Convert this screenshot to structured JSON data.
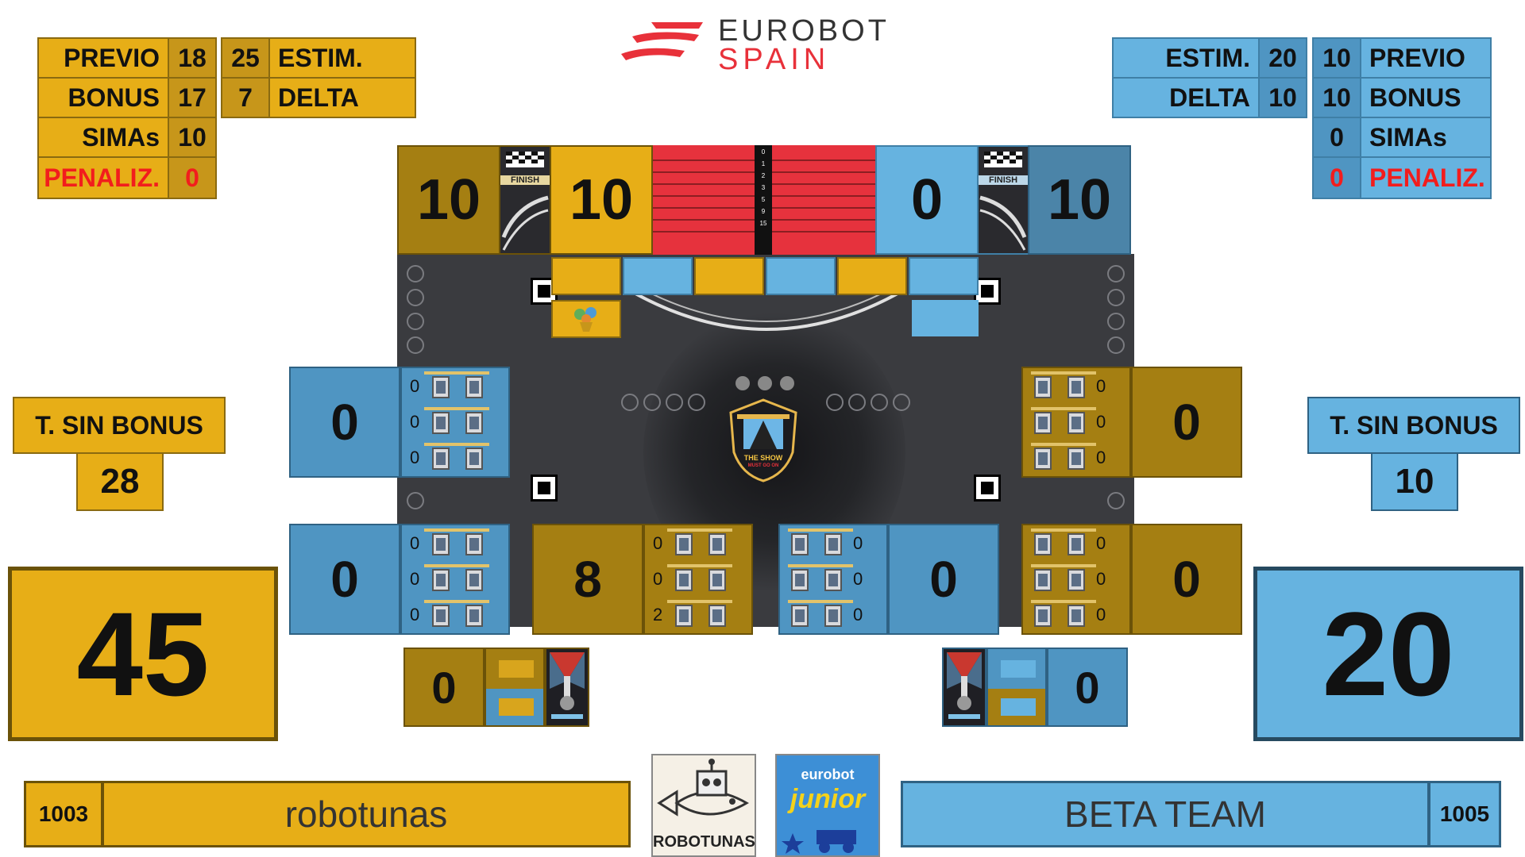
{
  "header": {
    "logo_line1": "EUROBOT",
    "logo_line2": "SPAIN"
  },
  "left_stats": {
    "previo_label": "PREVIO",
    "previo": "18",
    "bonus_label": "BONUS",
    "bonus": "17",
    "simas_label": "SIMAs",
    "simas": "10",
    "penaliz_label": "PENALIZ.",
    "penaliz": "0",
    "estim": "25",
    "estim_label": "ESTIM.",
    "delta": "7",
    "delta_label": "DELTA"
  },
  "right_stats": {
    "estim_label": "ESTIM.",
    "estim": "20",
    "delta_label": "DELTA",
    "delta": "10",
    "previo": "10",
    "previo_label": "PREVIO",
    "bonus": "10",
    "bonus_label": "BONUS",
    "simas": "0",
    "simas_label": "SIMAs",
    "penaliz": "0",
    "penaliz_label": "PENALIZ."
  },
  "top_row": {
    "yellow_finish": "10",
    "yellow_main": "10",
    "blue_main": "0",
    "blue_finish": "10",
    "finish_label": "FINISH",
    "scale": [
      "0",
      "1",
      "2",
      "3",
      "5",
      "9",
      "15"
    ]
  },
  "left_panel": {
    "sin_bonus_label": "T. SIN BONUS",
    "sin_bonus": "28",
    "total": "45"
  },
  "right_panel": {
    "sin_bonus_label": "T. SIN BONUS",
    "sin_bonus": "10",
    "total": "20"
  },
  "zones": {
    "mid_left": {
      "score": "0",
      "stacks": [
        "0",
        "0",
        "0"
      ]
    },
    "mid_right": {
      "score": "0",
      "stacks": [
        "0",
        "0",
        "0"
      ]
    },
    "bot_1": {
      "score": "0",
      "stacks": [
        "0",
        "0",
        "0"
      ]
    },
    "bot_2": {
      "score": "8",
      "stacks": [
        "0",
        "0",
        "2"
      ]
    },
    "bot_3": {
      "score": "0",
      "stacks": [
        "0",
        "0",
        "0"
      ]
    },
    "bot_4": {
      "score": "0",
      "stacks": [
        "0",
        "0",
        "0"
      ]
    }
  },
  "pit": {
    "left": "0",
    "right": "0"
  },
  "field_logo": {
    "line1": "THE SHOW",
    "line2": "MUST GO ON"
  },
  "teams": {
    "left": {
      "id": "1003",
      "name": "robotunas"
    },
    "right": {
      "name": "BETA TEAM",
      "id": "1005"
    }
  },
  "logos": {
    "left_logo_text": "ROBOTUNAS",
    "right_logo_top": "eurobot",
    "right_logo_bottom": "junior"
  },
  "colors": {
    "yellow": "#e7ae17",
    "blue": "#66b3e0",
    "penalty_red": "#f21d1d"
  }
}
